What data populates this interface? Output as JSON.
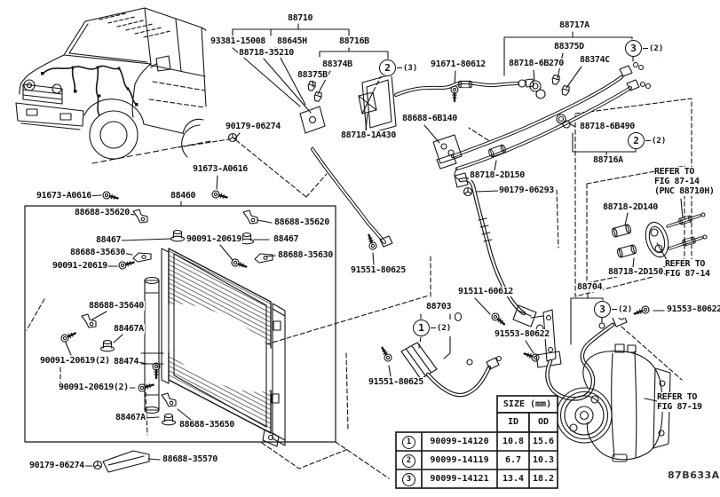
{
  "figure": {
    "drawing_code": "87B633A"
  },
  "labels": [
    {
      "text": "88710"
    },
    {
      "text": "93381-15008"
    },
    {
      "text": "88645H"
    },
    {
      "text": "88716B"
    },
    {
      "text": "88718-35210"
    },
    {
      "text": "88374B"
    },
    {
      "text": "88375B"
    },
    {
      "text": "91671-80612"
    },
    {
      "text": "88718-6B270"
    },
    {
      "text": "88717A"
    },
    {
      "text": "88375D"
    },
    {
      "text": "88374C"
    },
    {
      "text": "88688-6B140"
    },
    {
      "text": "88718-1A430"
    },
    {
      "text": "88718-6B490"
    },
    {
      "text": "88716A"
    },
    {
      "text": "88718-2D140"
    },
    {
      "text": "88718-2D150"
    },
    {
      "text": "90179-06274"
    },
    {
      "text": "91673-A0616"
    },
    {
      "text": "88718-2D150"
    },
    {
      "text": "90179-06293"
    },
    {
      "text": "91673-A0616"
    },
    {
      "text": "88460"
    },
    {
      "text": "88688-35620"
    },
    {
      "text": "88688-35620"
    },
    {
      "text": "88467"
    },
    {
      "text": "90091-20619"
    },
    {
      "text": "88467"
    },
    {
      "text": "88688-35630"
    },
    {
      "text": "88688-35630"
    },
    {
      "text": "90091-20619"
    },
    {
      "text": "91551-80625"
    },
    {
      "text": "88688-35640"
    },
    {
      "text": "88467A"
    },
    {
      "text": "90091-20619(2)"
    },
    {
      "text": "88474"
    },
    {
      "text": "90091-20619(2)"
    },
    {
      "text": "88467A"
    },
    {
      "text": "88688-35650"
    },
    {
      "text": "88688-35570"
    },
    {
      "text": "90179-06274"
    },
    {
      "text": "91551-80625"
    },
    {
      "text": "88703"
    },
    {
      "text": "91511-60612"
    },
    {
      "text": "91553-80622"
    },
    {
      "text": "88704"
    },
    {
      "text": "91553-80622"
    }
  ],
  "callouts": [
    {
      "num": "2",
      "qty": "(3)"
    },
    {
      "num": "3",
      "qty": "(2)"
    },
    {
      "num": "2",
      "qty": "(2)"
    },
    {
      "num": "1",
      "qty": "(2)"
    },
    {
      "num": "3",
      "qty": "(2)"
    }
  ],
  "refer_notes": [
    {
      "lines": [
        "REFER TO",
        "FIG 87-14",
        "(PNC 88710H)"
      ]
    },
    {
      "lines": [
        "REFER TO",
        "FIG 87-14"
      ]
    },
    {
      "lines": [
        "REFER TO",
        "FIG 87-19"
      ]
    }
  ],
  "size_table": {
    "header": "SIZE (mm)",
    "columns": [
      "ID",
      "OD"
    ],
    "rows": [
      {
        "num": "1",
        "part": "90099-14120",
        "id": "10.8",
        "od": "15.6"
      },
      {
        "num": "2",
        "part": "90099-14119",
        "id": "6.7",
        "od": "10.3"
      },
      {
        "num": "3",
        "part": "90099-14121",
        "id": "13.4",
        "od": "18.2"
      }
    ]
  }
}
